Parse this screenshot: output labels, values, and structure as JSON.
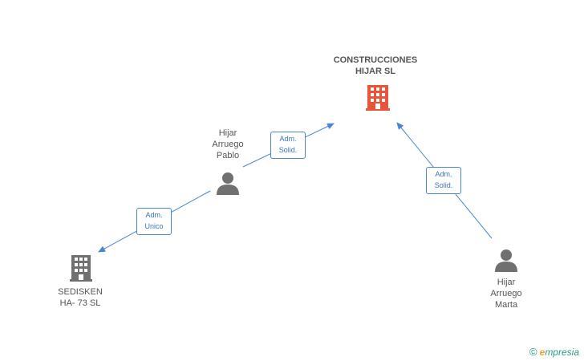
{
  "colors": {
    "edge": "#4a86d0",
    "person_icon": "#707070",
    "company_icon": "#707070",
    "main_company_icon": "#e8553a"
  },
  "nodes": {
    "main_company": {
      "line1": "CONSTRUCCIONES",
      "line2": "HIJAR SL",
      "icon": "building-icon"
    },
    "person_pablo": {
      "line1": "Hijar",
      "line2": "Arruego",
      "line3": "Pablo",
      "icon": "person-icon"
    },
    "person_marta": {
      "line1": "Hijar",
      "line2": "Arruego",
      "line3": "Marta",
      "icon": "person-icon"
    },
    "company_sedisken": {
      "line1": "SEDISKEN",
      "line2": "HA- 73 SL",
      "icon": "building-icon"
    }
  },
  "edges": {
    "pablo_to_main": {
      "line1": "Adm.",
      "line2": "Solid."
    },
    "marta_to_main": {
      "line1": "Adm.",
      "line2": "Solid."
    },
    "pablo_to_sedisken": {
      "line1": "Adm.",
      "line2": "Unico"
    }
  },
  "brand": {
    "copyright": "©",
    "e": "e",
    "rest": "mpresia"
  }
}
